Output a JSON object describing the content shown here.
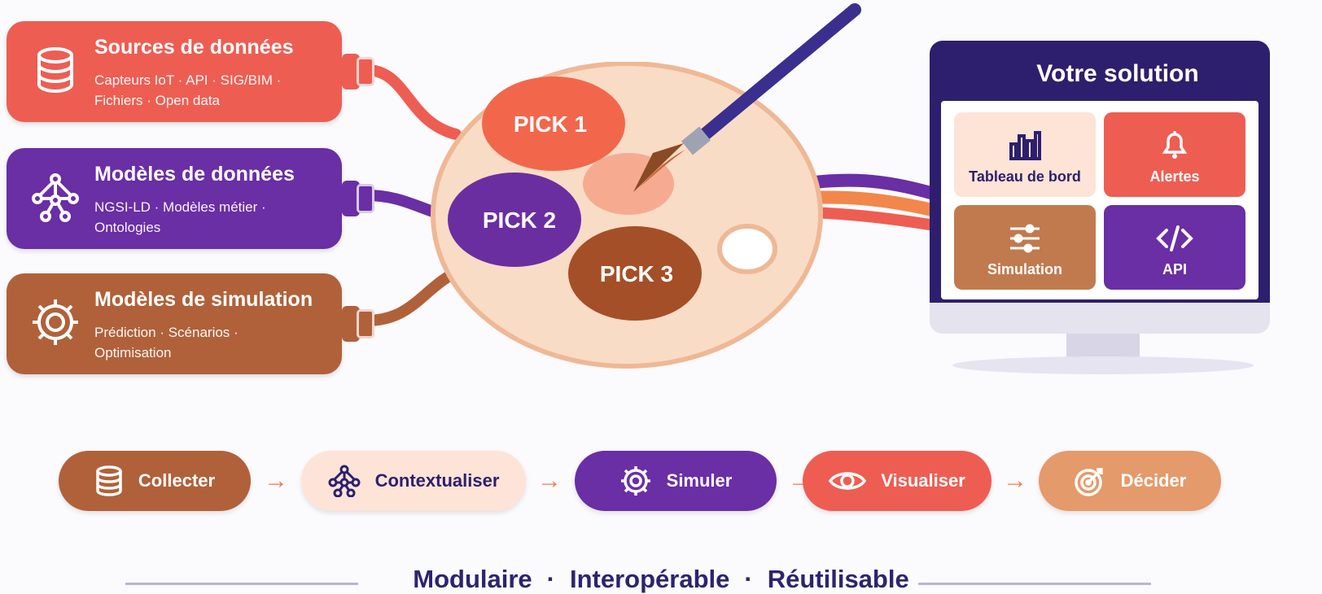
{
  "sources": [
    {
      "title": "Sources de données",
      "desc": "Capteurs IoT · API · SIG/BIM · Fichiers · Open data",
      "icon": "database-icon",
      "color": "#ee5d52"
    },
    {
      "title": "Modèles de données",
      "desc": "NGSI-LD · Modèles métier · Ontologies",
      "icon": "network-icon",
      "color": "#6a2ea5"
    },
    {
      "title": "Modèles de simulation",
      "desc": "Prédiction · Scénarios · Optimisation",
      "icon": "gear-icon",
      "color": "#b0613a"
    }
  ],
  "palette": {
    "picks": [
      {
        "label": "PICK 1",
        "color": "#f2674b"
      },
      {
        "label": "PICK 2",
        "color": "#6b2ea0"
      },
      {
        "label": "PICK 3",
        "color": "#a44f27"
      }
    ]
  },
  "solution": {
    "title": "Votre solution",
    "tiles": [
      {
        "label": "Tableau de bord",
        "icon": "bar-chart-icon"
      },
      {
        "label": "Alertes",
        "icon": "bell-icon"
      },
      {
        "label": "Simulation",
        "icon": "sliders-icon"
      },
      {
        "label": "API",
        "icon": "code-icon"
      }
    ]
  },
  "steps": [
    {
      "label": "Collecter",
      "icon": "database-icon",
      "color": "#b0613a"
    },
    {
      "label": "Contextualiser",
      "icon": "network-icon",
      "color": "#fde4d6"
    },
    {
      "label": "Simuler",
      "icon": "gear-icon",
      "color": "#6a2ea5"
    },
    {
      "label": "Visualiser",
      "icon": "eye-icon",
      "color": "#ee5d52"
    },
    {
      "label": "Décider",
      "icon": "target-icon",
      "color": "#e49a6a"
    }
  ],
  "tagline": {
    "a": "Modulaire",
    "b": "Interopérable",
    "c": "Réutilisable",
    "sep": "·"
  }
}
